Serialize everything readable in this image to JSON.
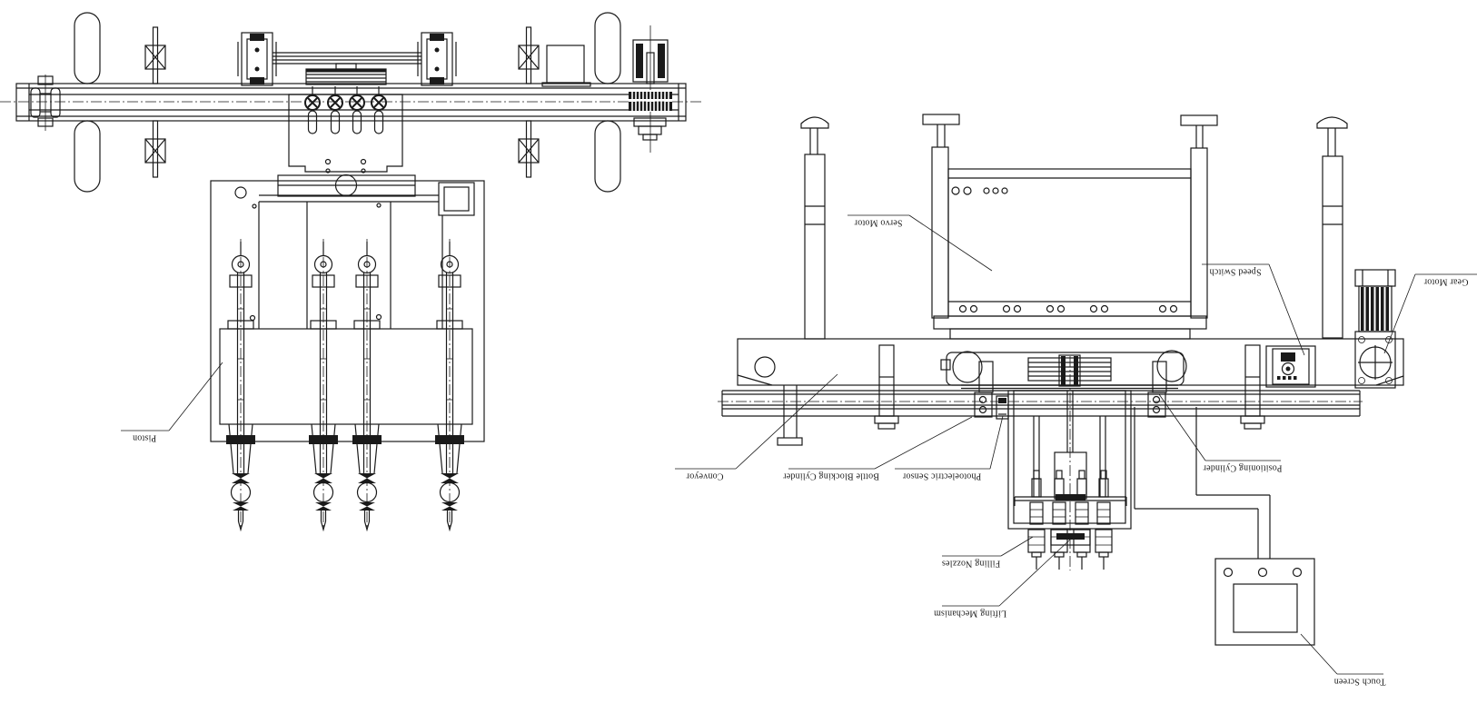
{
  "drawing": {
    "background_color": "#ffffff",
    "line_color": "#1a1a1a",
    "label_rotation_deg": 180
  },
  "labels": {
    "piston": "Piston",
    "servo_motor": "Servo Motor",
    "speed_switch": "Speed Switch",
    "gear_motor": "Gear Motor",
    "conveyor": "Conveyor",
    "bottle_blocking_cylinder": "Bottle Blocking Cylinder",
    "photoelectric_sensor": "Photoelectric Sensor",
    "positioning_cylinder": "Positioning Cylinder",
    "filling_nozzles": "Filling Nozzles",
    "lifting_mechanism": "Lifting Mechanism",
    "touch_screen": "Touch Screen"
  }
}
